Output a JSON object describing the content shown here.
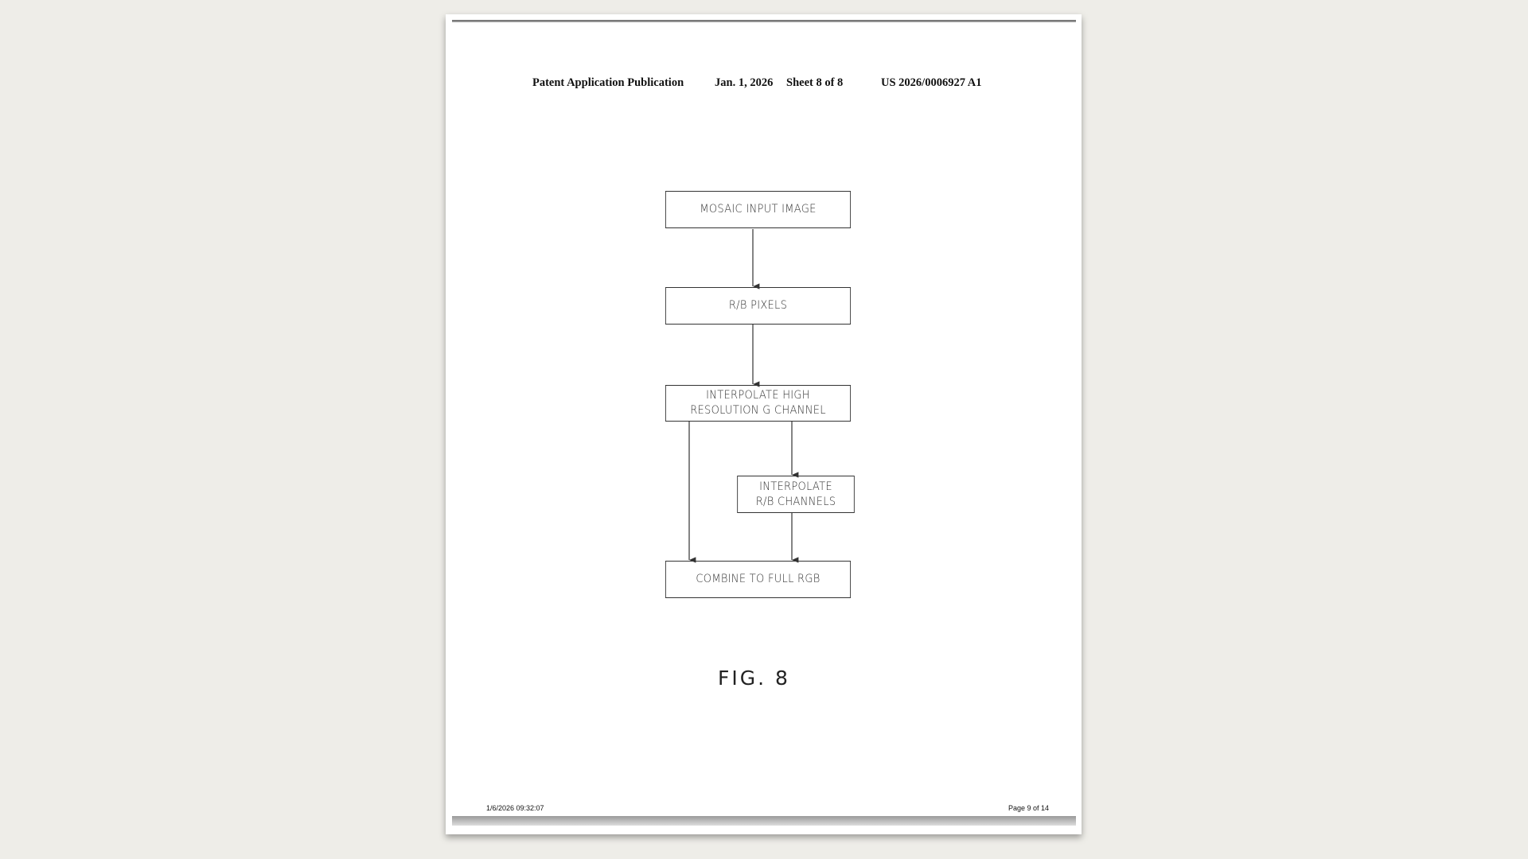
{
  "header": {
    "left": "Patent Application Publication",
    "date": "Jan. 1, 2026",
    "sheet": "Sheet 8 of 8",
    "number": "US 2026/0006927 A1"
  },
  "flowchart": {
    "boxes": [
      "MOSAIC INPUT IMAGE",
      "R/B PIXELS",
      "INTERPOLATE HIGH RESOLUTION G CHANNEL",
      "INTERPOLATE R/B CHANNELS",
      "COMBINE TO FULL RGB"
    ]
  },
  "figure_label": "FIG. 8",
  "footer": {
    "timestamp": "1/6/2026 09:32:07",
    "page": "Page 9 of 14"
  }
}
